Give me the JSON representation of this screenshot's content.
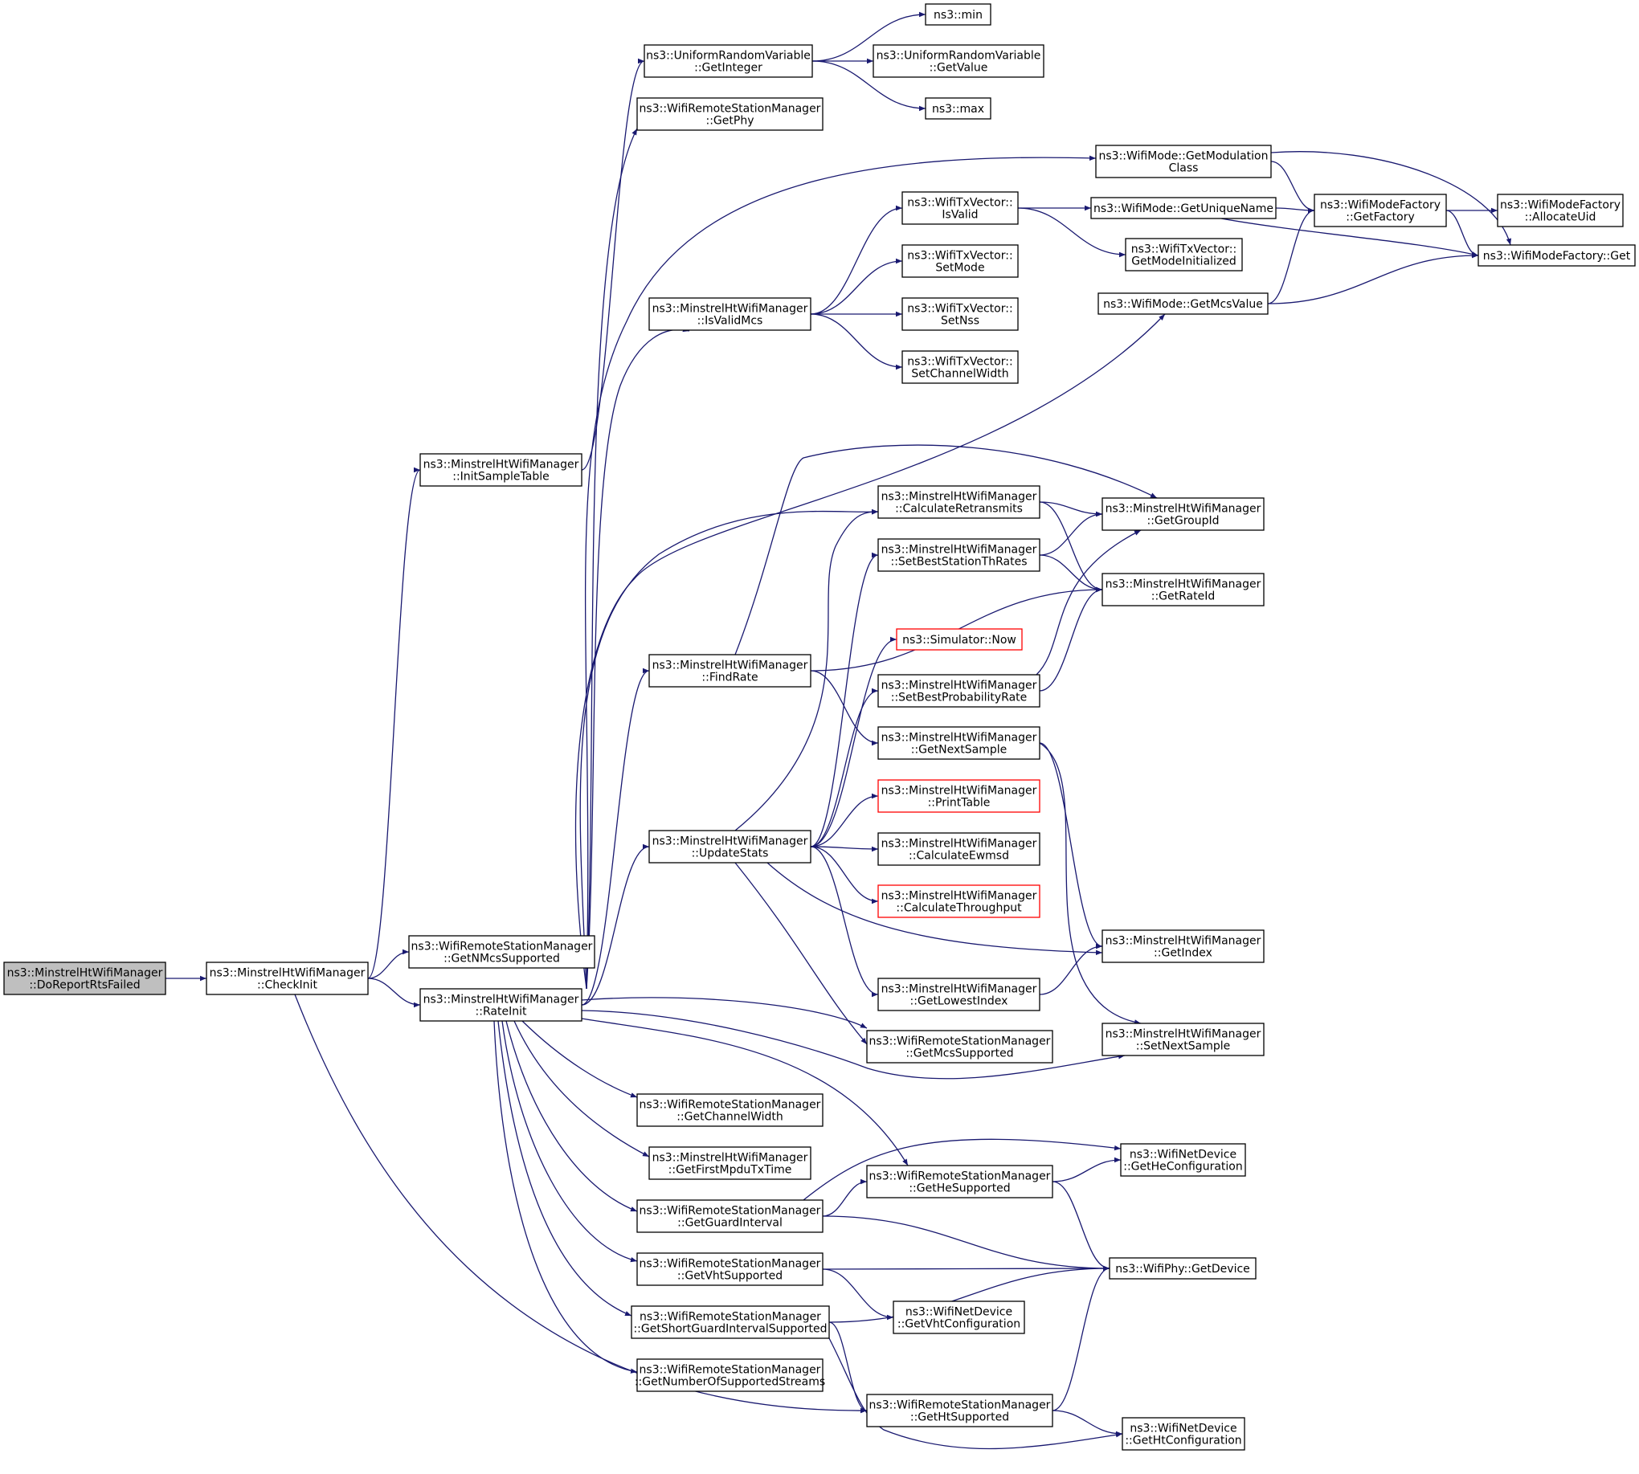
{
  "colors": {
    "edge": "#191970",
    "node_border": "#000000",
    "node_border_truncated": "#ff0000",
    "root_fill": "#bfbfbf",
    "node_fill": "#ffffff"
  },
  "nodes": {
    "doReport": {
      "lines": [
        "ns3::MinstrelHtWifiManager",
        "::DoReportRtsFailed"
      ],
      "style": "root"
    },
    "checkInit": {
      "lines": [
        "ns3::MinstrelHtWifiManager",
        "::CheckInit"
      ]
    },
    "initSample": {
      "lines": [
        "ns3::MinstrelHtWifiManager",
        "::InitSampleTable"
      ]
    },
    "getNMcs": {
      "lines": [
        "ns3::WifiRemoteStationManager",
        "::GetNMcsSupported"
      ]
    },
    "rateInit": {
      "lines": [
        "ns3::MinstrelHtWifiManager",
        "::RateInit"
      ]
    },
    "getInteger": {
      "lines": [
        "ns3::UniformRandomVariable",
        "::GetInteger"
      ]
    },
    "getPhy": {
      "lines": [
        "ns3::WifiRemoteStationManager",
        "::GetPhy"
      ]
    },
    "isValidMcs": {
      "lines": [
        "ns3::MinstrelHtWifiManager",
        "::IsValidMcs"
      ]
    },
    "findRate": {
      "lines": [
        "ns3::MinstrelHtWifiManager",
        "::FindRate"
      ]
    },
    "updateStats": {
      "lines": [
        "ns3::MinstrelHtWifiManager",
        "::UpdateStats"
      ]
    },
    "getChannelWidth": {
      "lines": [
        "ns3::WifiRemoteStationManager",
        "::GetChannelWidth"
      ]
    },
    "getFirstMpdu": {
      "lines": [
        "ns3::MinstrelHtWifiManager",
        "::GetFirstMpduTxTime"
      ]
    },
    "getGuardInterval": {
      "lines": [
        "ns3::WifiRemoteStationManager",
        "::GetGuardInterval"
      ]
    },
    "getVhtSupported": {
      "lines": [
        "ns3::WifiRemoteStationManager",
        "::GetVhtSupported"
      ]
    },
    "getShortGi": {
      "lines": [
        "ns3::WifiRemoteStationManager",
        "::GetShortGuardIntervalSupported"
      ]
    },
    "getNumStreams": {
      "lines": [
        "ns3::WifiRemoteStationManager",
        "::GetNumberOfSupportedStreams"
      ]
    },
    "min": {
      "lines": [
        "ns3::min"
      ]
    },
    "getValue": {
      "lines": [
        "ns3::UniformRandomVariable",
        "::GetValue"
      ]
    },
    "max": {
      "lines": [
        "ns3::max"
      ]
    },
    "getModClass": {
      "lines": [
        "ns3::WifiMode::GetModulation",
        "Class"
      ]
    },
    "isValid": {
      "lines": [
        "ns3::WifiTxVector::",
        "IsValid"
      ]
    },
    "setMode": {
      "lines": [
        "ns3::WifiTxVector::",
        "SetMode"
      ]
    },
    "setNss": {
      "lines": [
        "ns3::WifiTxVector::",
        "SetNss"
      ]
    },
    "setChannelWidth": {
      "lines": [
        "ns3::WifiTxVector::",
        "SetChannelWidth"
      ]
    },
    "calcRetransmits": {
      "lines": [
        "ns3::MinstrelHtWifiManager",
        "::CalculateRetransmits"
      ]
    },
    "setBestStation": {
      "lines": [
        "ns3::MinstrelHtWifiManager",
        "::SetBestStationThRates"
      ]
    },
    "simNow": {
      "lines": [
        "ns3::Simulator::Now"
      ],
      "style": "red"
    },
    "setBestProb": {
      "lines": [
        "ns3::MinstrelHtWifiManager",
        "::SetBestProbabilityRate"
      ]
    },
    "getNextSample": {
      "lines": [
        "ns3::MinstrelHtWifiManager",
        "::GetNextSample"
      ]
    },
    "printTable": {
      "lines": [
        "ns3::MinstrelHtWifiManager",
        "::PrintTable"
      ],
      "style": "red"
    },
    "calcEwmsd": {
      "lines": [
        "ns3::MinstrelHtWifiManager",
        "::CalculateEwmsd"
      ]
    },
    "calcThroughput": {
      "lines": [
        "ns3::MinstrelHtWifiManager",
        "::CalculateThroughput"
      ],
      "style": "red"
    },
    "getLowestIndex": {
      "lines": [
        "ns3::MinstrelHtWifiManager",
        "::GetLowestIndex"
      ]
    },
    "getMcsSupported": {
      "lines": [
        "ns3::WifiRemoteStationManager",
        "::GetMcsSupported"
      ]
    },
    "getHeSupported": {
      "lines": [
        "ns3::WifiRemoteStationManager",
        "::GetHeSupported"
      ]
    },
    "getVhtConfig": {
      "lines": [
        "ns3::WifiNetDevice",
        "::GetVhtConfiguration"
      ]
    },
    "getHtSupported": {
      "lines": [
        "ns3::WifiRemoteStationManager",
        "::GetHtSupported"
      ]
    },
    "getUniqueName": {
      "lines": [
        "ns3::WifiMode::GetUniqueName"
      ]
    },
    "getModeInit": {
      "lines": [
        "ns3::WifiTxVector::",
        "GetModeInitialized"
      ]
    },
    "getMcsValue": {
      "lines": [
        "ns3::WifiMode::GetMcsValue"
      ]
    },
    "getGroupId": {
      "lines": [
        "ns3::MinstrelHtWifiManager",
        "::GetGroupId"
      ]
    },
    "getRateId": {
      "lines": [
        "ns3::MinstrelHtWifiManager",
        "::GetRateId"
      ]
    },
    "getIndex": {
      "lines": [
        "ns3::MinstrelHtWifiManager",
        "::GetIndex"
      ]
    },
    "setNextSample": {
      "lines": [
        "ns3::MinstrelHtWifiManager",
        "::SetNextSample"
      ]
    },
    "getHeConfig": {
      "lines": [
        "ns3::WifiNetDevice",
        "::GetHeConfiguration"
      ]
    },
    "getDevice": {
      "lines": [
        "ns3::WifiPhy::GetDevice"
      ]
    },
    "getHtConfig": {
      "lines": [
        "ns3::WifiNetDevice",
        "::GetHtConfiguration"
      ]
    },
    "getFactory": {
      "lines": [
        "ns3::WifiModeFactory",
        "::GetFactory"
      ]
    },
    "allocateUid": {
      "lines": [
        "ns3::WifiModeFactory",
        "::AllocateUid"
      ]
    },
    "factoryGet": {
      "lines": [
        "ns3::WifiModeFactory::Get"
      ]
    }
  },
  "edges": [
    [
      "doReport",
      "checkInit"
    ],
    [
      "checkInit",
      "initSample"
    ],
    [
      "checkInit",
      "getNMcs"
    ],
    [
      "checkInit",
      "rateInit"
    ],
    [
      "checkInit",
      "getHtSupported"
    ],
    [
      "initSample",
      "getInteger"
    ],
    [
      "getInteger",
      "min"
    ],
    [
      "getInteger",
      "getValue"
    ],
    [
      "getInteger",
      "max"
    ],
    [
      "rateInit",
      "getPhy"
    ],
    [
      "rateInit",
      "getModClass"
    ],
    [
      "rateInit",
      "isValidMcs"
    ],
    [
      "rateInit",
      "getMcsValue"
    ],
    [
      "rateInit",
      "calcRetransmits"
    ],
    [
      "rateInit",
      "findRate"
    ],
    [
      "rateInit",
      "updateStats"
    ],
    [
      "rateInit",
      "getMcsSupported"
    ],
    [
      "rateInit",
      "setNextSample"
    ],
    [
      "rateInit",
      "getHeSupported"
    ],
    [
      "rateInit",
      "getChannelWidth"
    ],
    [
      "rateInit",
      "getFirstMpdu"
    ],
    [
      "rateInit",
      "getGuardInterval"
    ],
    [
      "rateInit",
      "getVhtSupported"
    ],
    [
      "rateInit",
      "getShortGi"
    ],
    [
      "rateInit",
      "getNumStreams"
    ],
    [
      "isValidMcs",
      "isValid"
    ],
    [
      "isValidMcs",
      "setMode"
    ],
    [
      "isValidMcs",
      "setNss"
    ],
    [
      "isValidMcs",
      "setChannelWidth"
    ],
    [
      "isValid",
      "getUniqueName"
    ],
    [
      "isValid",
      "getModeInit"
    ],
    [
      "getUniqueName",
      "getFactory"
    ],
    [
      "getUniqueName",
      "factoryGet"
    ],
    [
      "getModClass",
      "getFactory"
    ],
    [
      "getModClass",
      "factoryGet"
    ],
    [
      "getMcsValue",
      "getFactory"
    ],
    [
      "getMcsValue",
      "factoryGet"
    ],
    [
      "getFactory",
      "allocateUid"
    ],
    [
      "getFactory",
      "factoryGet"
    ],
    [
      "findRate",
      "getGroupId"
    ],
    [
      "findRate",
      "getRateId"
    ],
    [
      "findRate",
      "getNextSample"
    ],
    [
      "calcRetransmits",
      "getGroupId"
    ],
    [
      "calcRetransmits",
      "getRateId"
    ],
    [
      "setBestStation",
      "getGroupId"
    ],
    [
      "setBestStation",
      "getRateId"
    ],
    [
      "setBestProb",
      "getGroupId"
    ],
    [
      "setBestProb",
      "getRateId"
    ],
    [
      "getNextSample",
      "getIndex"
    ],
    [
      "getNextSample",
      "setNextSample"
    ],
    [
      "updateStats",
      "calcRetransmits"
    ],
    [
      "updateStats",
      "setBestStation"
    ],
    [
      "updateStats",
      "simNow"
    ],
    [
      "updateStats",
      "setBestProb"
    ],
    [
      "updateStats",
      "printTable"
    ],
    [
      "updateStats",
      "calcEwmsd"
    ],
    [
      "updateStats",
      "calcThroughput"
    ],
    [
      "updateStats",
      "getIndex"
    ],
    [
      "updateStats",
      "getLowestIndex"
    ],
    [
      "updateStats",
      "getMcsSupported"
    ],
    [
      "getLowestIndex",
      "getIndex"
    ],
    [
      "getGuardInterval",
      "getHeConfig"
    ],
    [
      "getGuardInterval",
      "getHeSupported"
    ],
    [
      "getGuardInterval",
      "getDevice"
    ],
    [
      "getHeSupported",
      "getHeConfig"
    ],
    [
      "getHeSupported",
      "getDevice"
    ],
    [
      "getVhtSupported",
      "getDevice"
    ],
    [
      "getVhtSupported",
      "getVhtConfig"
    ],
    [
      "getShortGi",
      "getDevice"
    ],
    [
      "getShortGi",
      "getHtSupported"
    ],
    [
      "getShortGi",
      "getHtConfig"
    ],
    [
      "getHtSupported",
      "getDevice"
    ],
    [
      "getHtSupported",
      "getHtConfig"
    ]
  ]
}
